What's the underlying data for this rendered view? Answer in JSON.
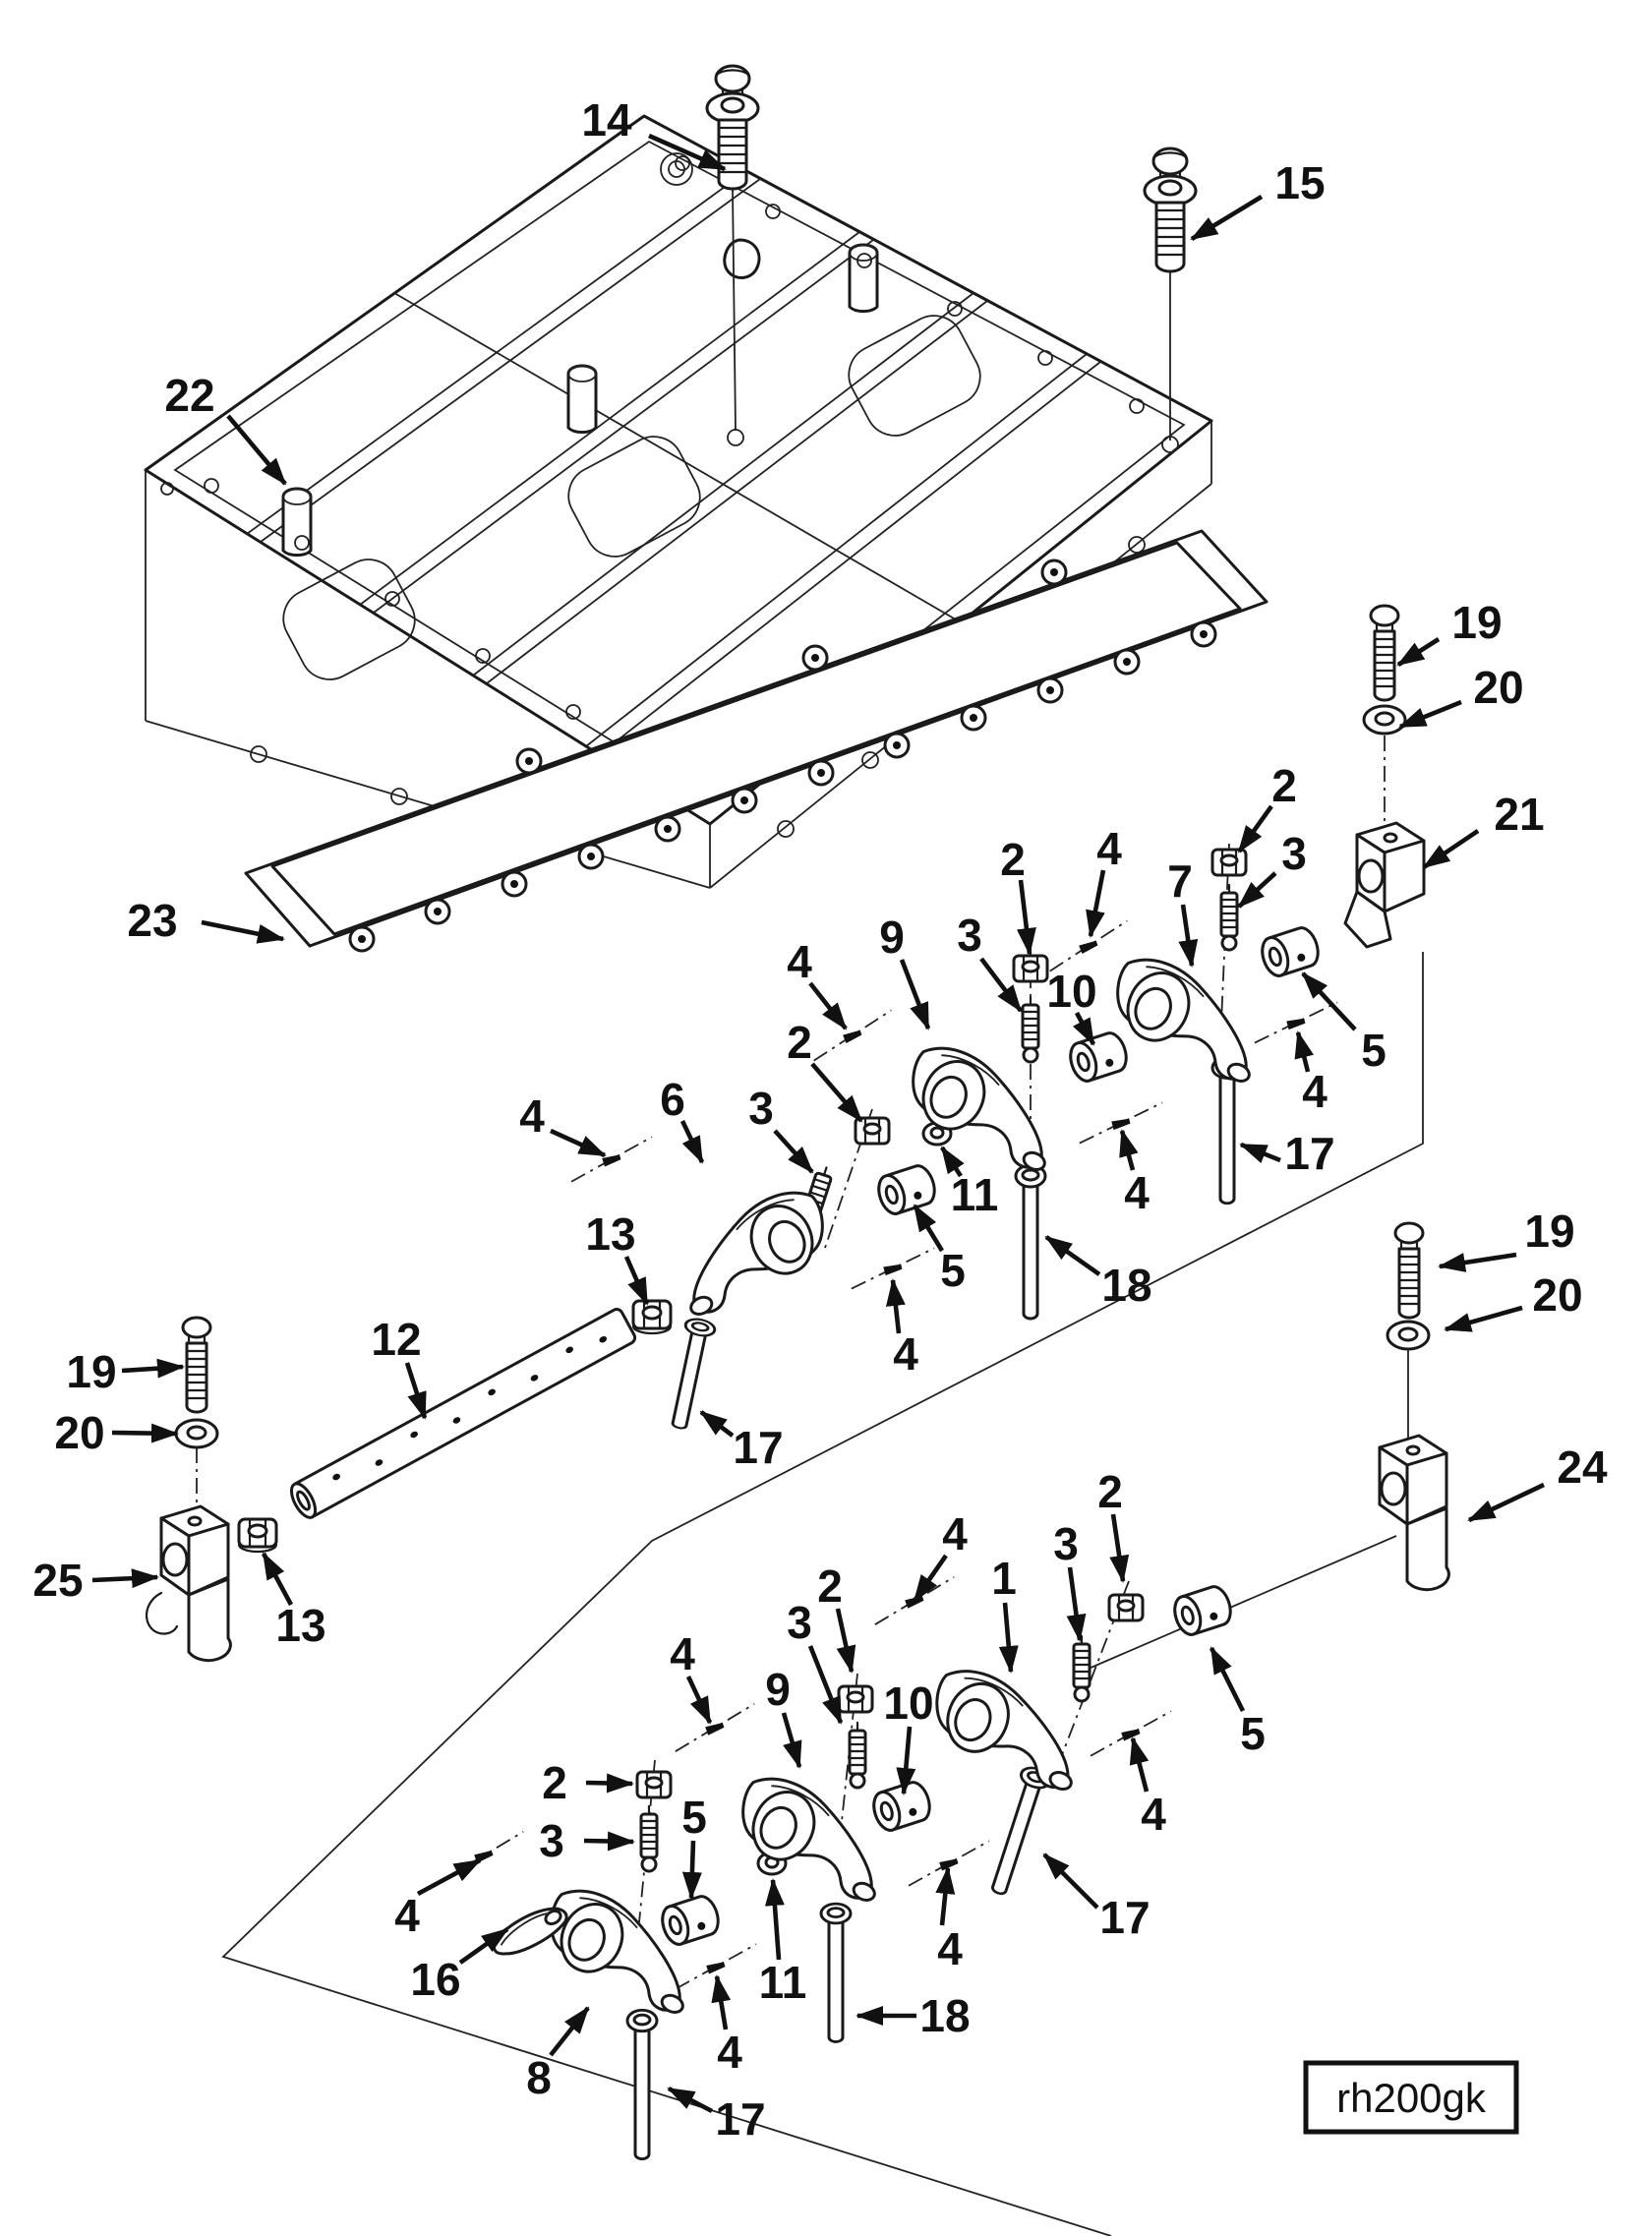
{
  "figure_code": "rh200gk",
  "diagram_type": "exploded-parts-diagram",
  "part_numbers_visible": [
    1,
    2,
    3,
    4,
    5,
    6,
    7,
    8,
    9,
    10,
    11,
    12,
    13,
    14,
    15,
    16,
    17,
    18,
    19,
    20,
    21,
    22,
    23,
    24,
    25
  ],
  "callouts": [
    {
      "text": "14"
    },
    {
      "text": "15"
    },
    {
      "text": "22"
    },
    {
      "text": "23"
    },
    {
      "text": "19"
    },
    {
      "text": "20"
    },
    {
      "text": "21"
    },
    {
      "text": "2"
    },
    {
      "text": "3"
    },
    {
      "text": "7"
    },
    {
      "text": "4"
    },
    {
      "text": "10"
    },
    {
      "text": "2"
    },
    {
      "text": "3"
    },
    {
      "text": "9"
    },
    {
      "text": "4"
    },
    {
      "text": "2"
    },
    {
      "text": "6"
    },
    {
      "text": "3"
    },
    {
      "text": "4"
    },
    {
      "text": "13"
    },
    {
      "text": "5"
    },
    {
      "text": "11"
    },
    {
      "text": "4"
    },
    {
      "text": "5"
    },
    {
      "text": "4"
    },
    {
      "text": "17"
    },
    {
      "text": "18"
    },
    {
      "text": "19"
    },
    {
      "text": "20"
    },
    {
      "text": "25"
    },
    {
      "text": "12"
    },
    {
      "text": "13"
    },
    {
      "text": "19"
    },
    {
      "text": "20"
    },
    {
      "text": "24"
    },
    {
      "text": "4"
    },
    {
      "text": "1"
    },
    {
      "text": "3"
    },
    {
      "text": "2"
    },
    {
      "text": "5"
    },
    {
      "text": "4"
    },
    {
      "text": "2"
    },
    {
      "text": "3"
    },
    {
      "text": "5"
    },
    {
      "text": "9"
    },
    {
      "text": "4"
    },
    {
      "text": "3"
    },
    {
      "text": "2"
    },
    {
      "text": "16"
    },
    {
      "text": "4"
    },
    {
      "text": "8"
    },
    {
      "text": "11"
    },
    {
      "text": "17"
    },
    {
      "text": "4"
    },
    {
      "text": "18"
    },
    {
      "text": "4"
    },
    {
      "text": "17"
    },
    {
      "text": "17"
    },
    {
      "text": "10"
    },
    {
      "text": "4"
    }
  ]
}
